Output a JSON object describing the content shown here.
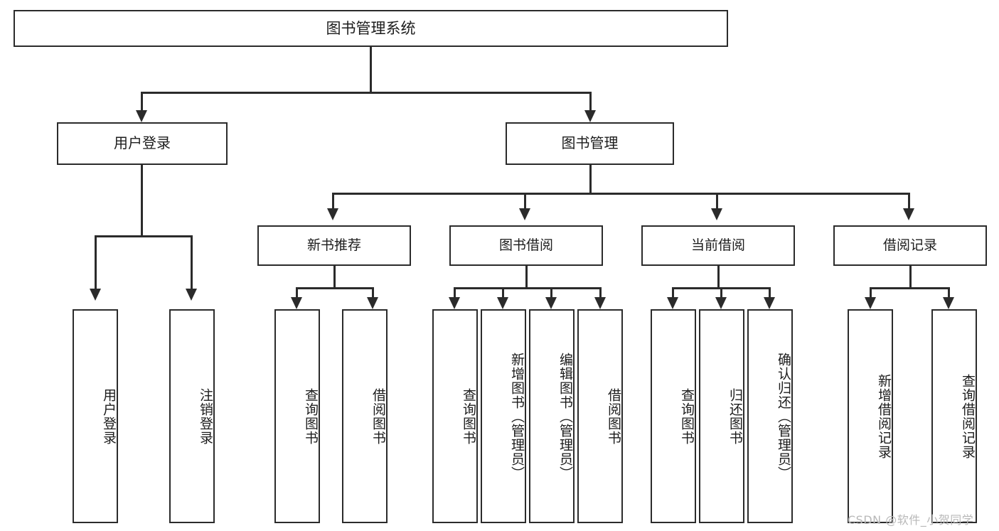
{
  "diagram": {
    "title": "图书管理系统",
    "type": "functional-structure-tree",
    "root": {
      "label": "图书管理系统"
    },
    "level1": [
      {
        "label": "用户登录"
      },
      {
        "label": "图书管理"
      }
    ],
    "level2": [
      {
        "label": "新书推荐"
      },
      {
        "label": "图书借阅"
      },
      {
        "label": "当前借阅"
      },
      {
        "label": "借阅记录"
      }
    ],
    "leaves": {
      "user_login": [
        {
          "label": "用户登录"
        },
        {
          "label": "注销登录"
        }
      ],
      "new_book_recommend": [
        {
          "label": "查询图书"
        },
        {
          "label": "借阅图书"
        }
      ],
      "book_borrow": [
        {
          "label": "查询图书"
        },
        {
          "label": "新增图书（管理员）"
        },
        {
          "label": "编辑图书（管理员）"
        },
        {
          "label": "借阅图书"
        }
      ],
      "current_borrow": [
        {
          "label": "查询图书"
        },
        {
          "label": "归还图书"
        },
        {
          "label": "确认归还（管理员）"
        }
      ],
      "borrow_record": [
        {
          "label": "新增借阅记录"
        },
        {
          "label": "查询借阅记录"
        }
      ]
    }
  },
  "watermark": {
    "text": "CSDN @软件_小贺同学"
  },
  "colors": {
    "stroke": "#2b2b2b",
    "fill": "#ffffff",
    "text": "#1c1c1c",
    "watermark": "#b8b8b8"
  }
}
